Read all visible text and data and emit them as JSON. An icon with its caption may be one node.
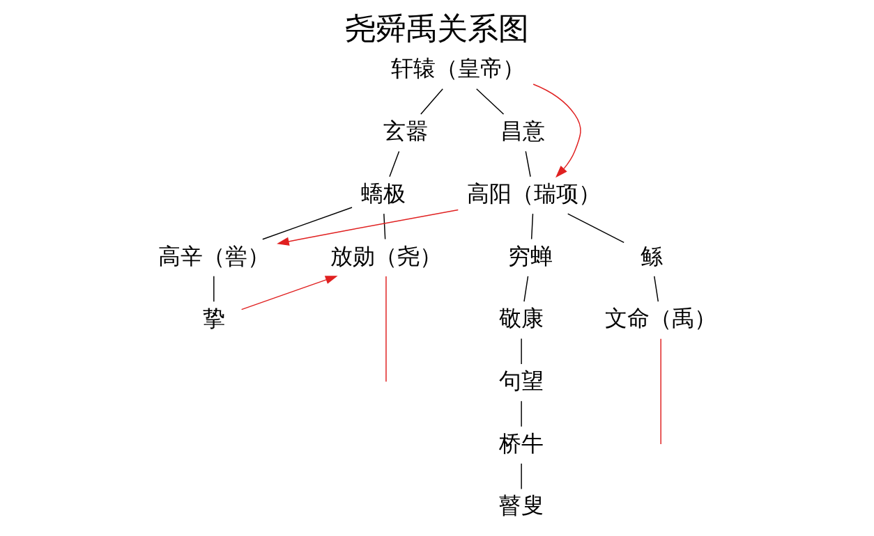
{
  "diagram": {
    "title": "尧舜禹关系图",
    "nodes": [
      {
        "text": [
          "轩辕（皇帝）"
        ]
      },
      {
        "text": [
          "玄嚣"
        ]
      },
      {
        "text": [
          "昌意"
        ]
      },
      {
        "text": [
          "蟜极"
        ]
      },
      {
        "text": [
          "高阳（瑞项）"
        ]
      },
      {
        "text": [
          "高辛（喾）"
        ]
      },
      {
        "text": [
          "放勋（尧）"
        ]
      },
      {
        "text": [
          "挚"
        ]
      },
      {
        "text": [
          "穷蝉"
        ]
      },
      {
        "text": [
          "敬康"
        ]
      },
      {
        "text": [
          "句望"
        ]
      },
      {
        "text": [
          "桥牛"
        ]
      },
      {
        "text": [
          "瞽叟"
        ]
      },
      {
        "text": [
          "鲧"
        ]
      },
      {
        "text": [
          "文命（禹）"
        ]
      }
    ],
    "edges": [
      {
        "from": 0,
        "to": 1,
        "arrow": "none"
      },
      {
        "from": 0,
        "to": 2,
        "arrow": "none"
      },
      {
        "from": 1,
        "to": 3,
        "arrow": "none"
      },
      {
        "from": 2,
        "to": 4,
        "arrow": "none"
      },
      {
        "from": 3,
        "to": 6,
        "arrow": "none"
      },
      {
        "from": 3,
        "to": 5,
        "arrow": "none"
      },
      {
        "from": 5,
        "to": 7,
        "arrow": "none"
      },
      {
        "from": 4,
        "to": 8,
        "arrow": "none"
      },
      {
        "from": 4,
        "to": 13,
        "arrow": "none"
      },
      {
        "from": 8,
        "to": 9,
        "arrow": "none"
      },
      {
        "from": 9,
        "to": 10,
        "arrow": "none"
      },
      {
        "from": 10,
        "to": 11,
        "arrow": "none"
      },
      {
        "from": 11,
        "to": 12,
        "arrow": "none"
      },
      {
        "from": 13,
        "to": 14,
        "arrow": "none"
      },
      {
        "from": 0,
        "to": 4,
        "arrow": "to",
        "color": "#e02020"
      },
      {
        "from": 4,
        "to": 5,
        "arrow": "to",
        "color": "#e02020"
      },
      {
        "from": 7,
        "to": 6,
        "arrow": "to",
        "color": "#e02020"
      },
      {
        "from": 6,
        "to": null,
        "arrow": "none",
        "color": "#e02020"
      },
      {
        "from": 14,
        "to": null,
        "arrow": "none",
        "color": "#e02020"
      }
    ]
  }
}
